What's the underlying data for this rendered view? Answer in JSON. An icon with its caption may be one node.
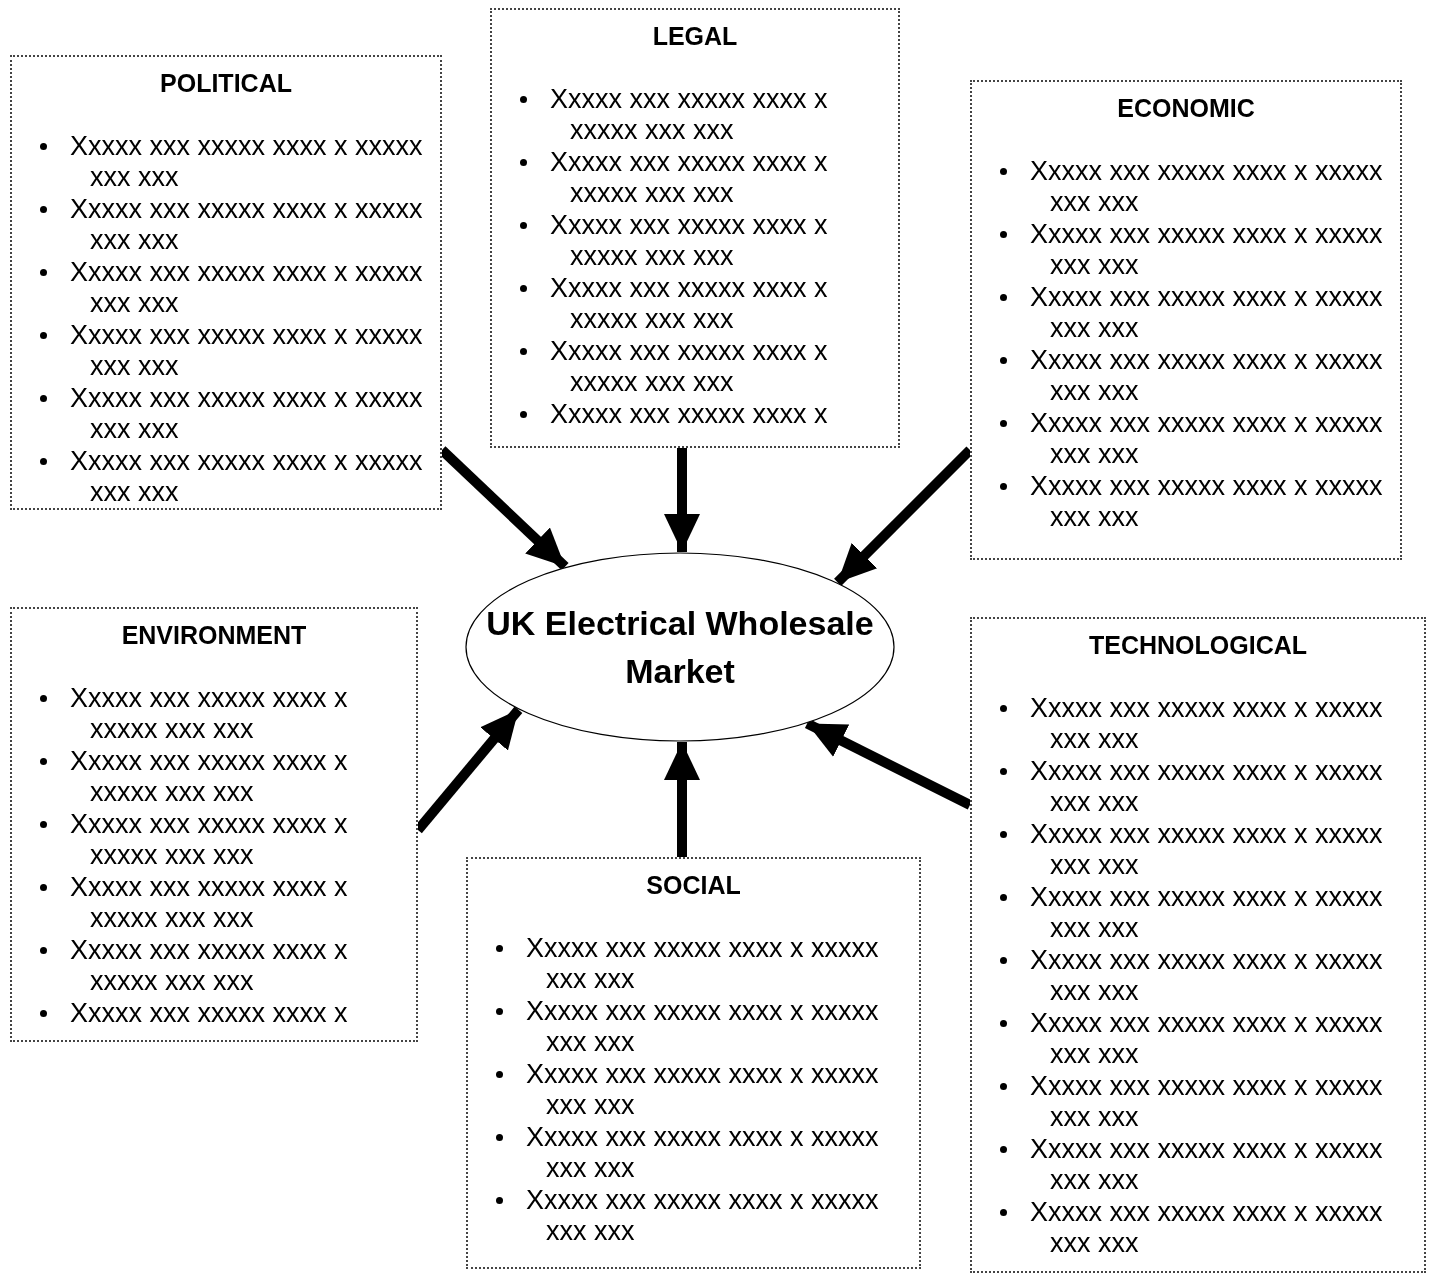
{
  "diagram": {
    "nodes": [
      {
        "text": [
          "POLITICAL",
          "Xxxxx xxx xxxxx xxxx x xxxxx xxx xxx",
          "Xxxxx xxx xxxxx xxxx x xxxxx xxx xxx",
          "Xxxxx xxx xxxxx xxxx x xxxxx xxx xxx",
          "Xxxxx xxx xxxxx xxxx x xxxxx xxx xxx",
          "Xxxxx xxx xxxxx xxxx x xxxxx xxx xxx",
          "Xxxxx xxx xxxxx xxxx x xxxxx xxx xxx"
        ]
      },
      {
        "text": [
          "LEGAL",
          "Xxxxx xxx xxxxx xxxx x xxxxx xxx xxx",
          "Xxxxx xxx xxxxx xxxx x xxxxx xxx xxx",
          "Xxxxx xxx xxxxx xxxx x xxxxx xxx xxx",
          "Xxxxx xxx xxxxx xxxx x xxxxx xxx xxx",
          "Xxxxx xxx xxxxx xxxx x xxxxx xxx xxx",
          "Xxxxx xxx xxxxx xxxx x"
        ]
      },
      {
        "text": [
          "ECONOMIC",
          "Xxxxx xxx xxxxx xxxx x xxxxx xxx xxx",
          "Xxxxx xxx xxxxx xxxx x xxxxx xxx xxx",
          "Xxxxx xxx xxxxx xxxx x xxxxx xxx xxx",
          "Xxxxx xxx xxxxx xxxx x xxxxx xxx xxx",
          "Xxxxx xxx xxxxx xxxx x xxxxx xxx xxx",
          "Xxxxx xxx xxxxx xxxx x xxxxx xxx xxx"
        ]
      },
      {
        "text": [
          "UK Electrical Wholesale Market"
        ]
      },
      {
        "text": [
          "ENVIRONMENT",
          "Xxxxx xxx xxxxx xxxx x xxxxx xxx xxx",
          "Xxxxx xxx xxxxx xxxx x xxxxx xxx xxx",
          "Xxxxx xxx xxxxx xxxx x xxxxx xxx xxx",
          "Xxxxx xxx xxxxx xxxx x xxxxx xxx xxx",
          "Xxxxx xxx xxxxx xxxx x xxxxx xxx xxx",
          "Xxxxx xxx xxxxx xxxx x"
        ]
      },
      {
        "text": [
          "SOCIAL",
          "Xxxxx xxx xxxxx xxxx x xxxxx xxx xxx",
          "Xxxxx xxx xxxxx xxxx x xxxxx xxx xxx",
          "Xxxxx xxx xxxxx xxxx x xxxxx xxx xxx",
          "Xxxxx xxx xxxxx xxxx x xxxxx xxx xxx",
          "Xxxxx xxx xxxxx xxxx x xxxxx xxx xxx"
        ]
      },
      {
        "text": [
          "TECHNOLOGICAL",
          "Xxxxx xxx xxxxx xxxx x xxxxx xxx xxx",
          "Xxxxx xxx xxxxx xxxx x xxxxx xxx xxx",
          "Xxxxx xxx xxxxx xxxx x xxxxx xxx xxx",
          "Xxxxx xxx xxxxx xxxx x xxxxx xxx xxx",
          "Xxxxx xxx xxxxx xxxx x xxxxx xxx xxx",
          "Xxxxx xxx xxxxx xxxx x xxxxx xxx xxx",
          "Xxxxx xxx xxxxx xxxx x xxxxx xxx xxx",
          "Xxxxx xxx xxxxx xxxx x xxxxx xxx xxx",
          "Xxxxx xxx xxxxx xxxx x xxxxx xxx xxx"
        ]
      }
    ],
    "edges": [
      {
        "from": 0,
        "to": 3,
        "arrow": "to"
      },
      {
        "from": 1,
        "to": 3,
        "arrow": "to"
      },
      {
        "from": 2,
        "to": 3,
        "arrow": "to"
      },
      {
        "from": 4,
        "to": 3,
        "arrow": "to"
      },
      {
        "from": 5,
        "to": 3,
        "arrow": "to"
      },
      {
        "from": 6,
        "to": 3,
        "arrow": "to"
      }
    ]
  }
}
